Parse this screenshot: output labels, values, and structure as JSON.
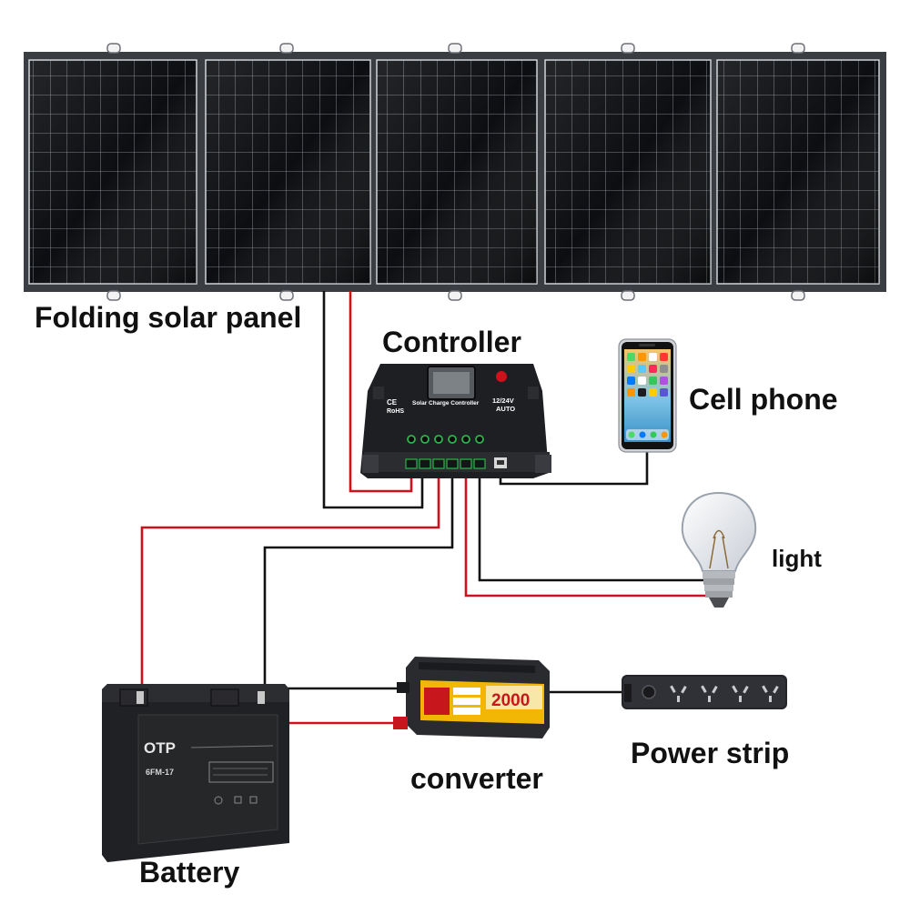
{
  "labels": {
    "solar_panel": "Folding solar panel",
    "controller": "Controller",
    "cell_phone": "Cell phone",
    "light": "light",
    "converter": "converter",
    "power_strip": "Power strip",
    "battery": "Battery"
  },
  "controller_device": {
    "ce_mark": "CE",
    "rohs_mark": "RoHS",
    "model_text": "Solar Charge Controller",
    "voltage_text": "12/24V",
    "mode_text": "AUTO"
  },
  "battery_device": {
    "brand": "OTP",
    "model": "6FM-17"
  },
  "converter_device": {
    "rating": "2000"
  },
  "colors": {
    "positive_wire": "#d0101a",
    "negative_wire": "#111111",
    "panel_frame": "#3a3d42",
    "panel_cell": "#0c0d10",
    "controller_body": "#1e1f22",
    "converter_body": "#f2b705"
  },
  "panel_count": 5
}
